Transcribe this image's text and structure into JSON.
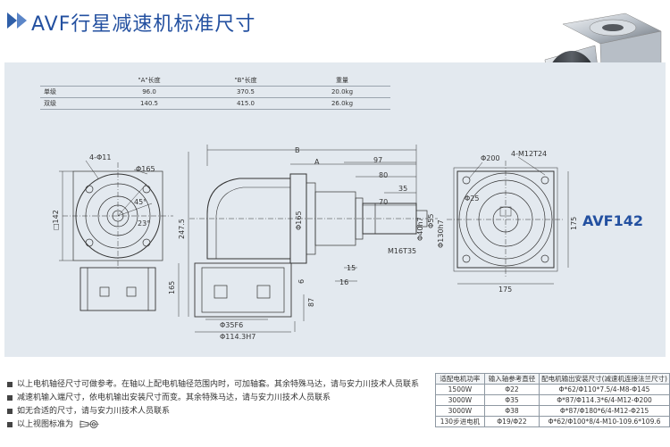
{
  "title": "AVF行星减速机标准尺寸",
  "model": "AVF142",
  "spec_table": {
    "headers": [
      "",
      "\"A\"长度",
      "\"B\"长度",
      "重量"
    ],
    "rows": [
      [
        "单级",
        "96.0",
        "370.5",
        "20.0kg"
      ],
      [
        "双级",
        "140.5",
        "415.0",
        "26.0kg"
      ]
    ]
  },
  "dims": {
    "front_bolt": "4-Φ11",
    "front_pcd": "Φ165",
    "front_square": "□142",
    "front_a": "45°",
    "front_b": "23°",
    "height": "247.5",
    "lower_h": "165",
    "b": "B",
    "a": "A",
    "d97": "97",
    "d80": "80",
    "d70": "70",
    "d35": "35",
    "phi165": "Φ165",
    "phi40": "Φ40h7",
    "phi55": "Φ55",
    "phi130": "Φ130h7",
    "thread": "M16T35",
    "d15": "15",
    "d16": "16",
    "d6": "6",
    "d87": "87",
    "phi35": "Φ35F6",
    "phi114": "Φ114.3H7",
    "phi200": "Φ200",
    "m12": "4-M12T24",
    "phi25": "Φ25",
    "d175h": "175",
    "d175v": "175"
  },
  "notes": [
    "以上电机轴径尺寸可做参考。在轴以上配电机轴径范围内时，可加轴套。其余特殊马达，请与安力川技术人员联系",
    "减速机输入端尺寸，依电机输出安装尺寸而变。其余特殊马达，请与安力川技术人员联系",
    "如无合适的尺寸，请与安力川技术人员联系",
    "以上视图标准为"
  ],
  "motor_table": {
    "headers": [
      "适配电机功率",
      "输入轴参考直径",
      "配电机输出安装尺寸(减速机连接法兰尺寸)"
    ],
    "rows": [
      [
        "1500W",
        "Φ22",
        "Φ*62/Φ110*7.5/4-M8-Φ145"
      ],
      [
        "3000W",
        "Φ35",
        "Φ*87/Φ114.3*6/4-M12-Φ200"
      ],
      [
        "3000W",
        "Φ38",
        "Φ*87/Φ180*6/4-M12-Φ215"
      ],
      [
        "130步进电机",
        "Φ19/Φ22",
        "Φ*62/Φ100*8/4-M10-109.6*109.6"
      ]
    ]
  },
  "colors": {
    "title": "#2350a0",
    "sheet_bg": "#e3e9ef",
    "line": "#333333"
  }
}
